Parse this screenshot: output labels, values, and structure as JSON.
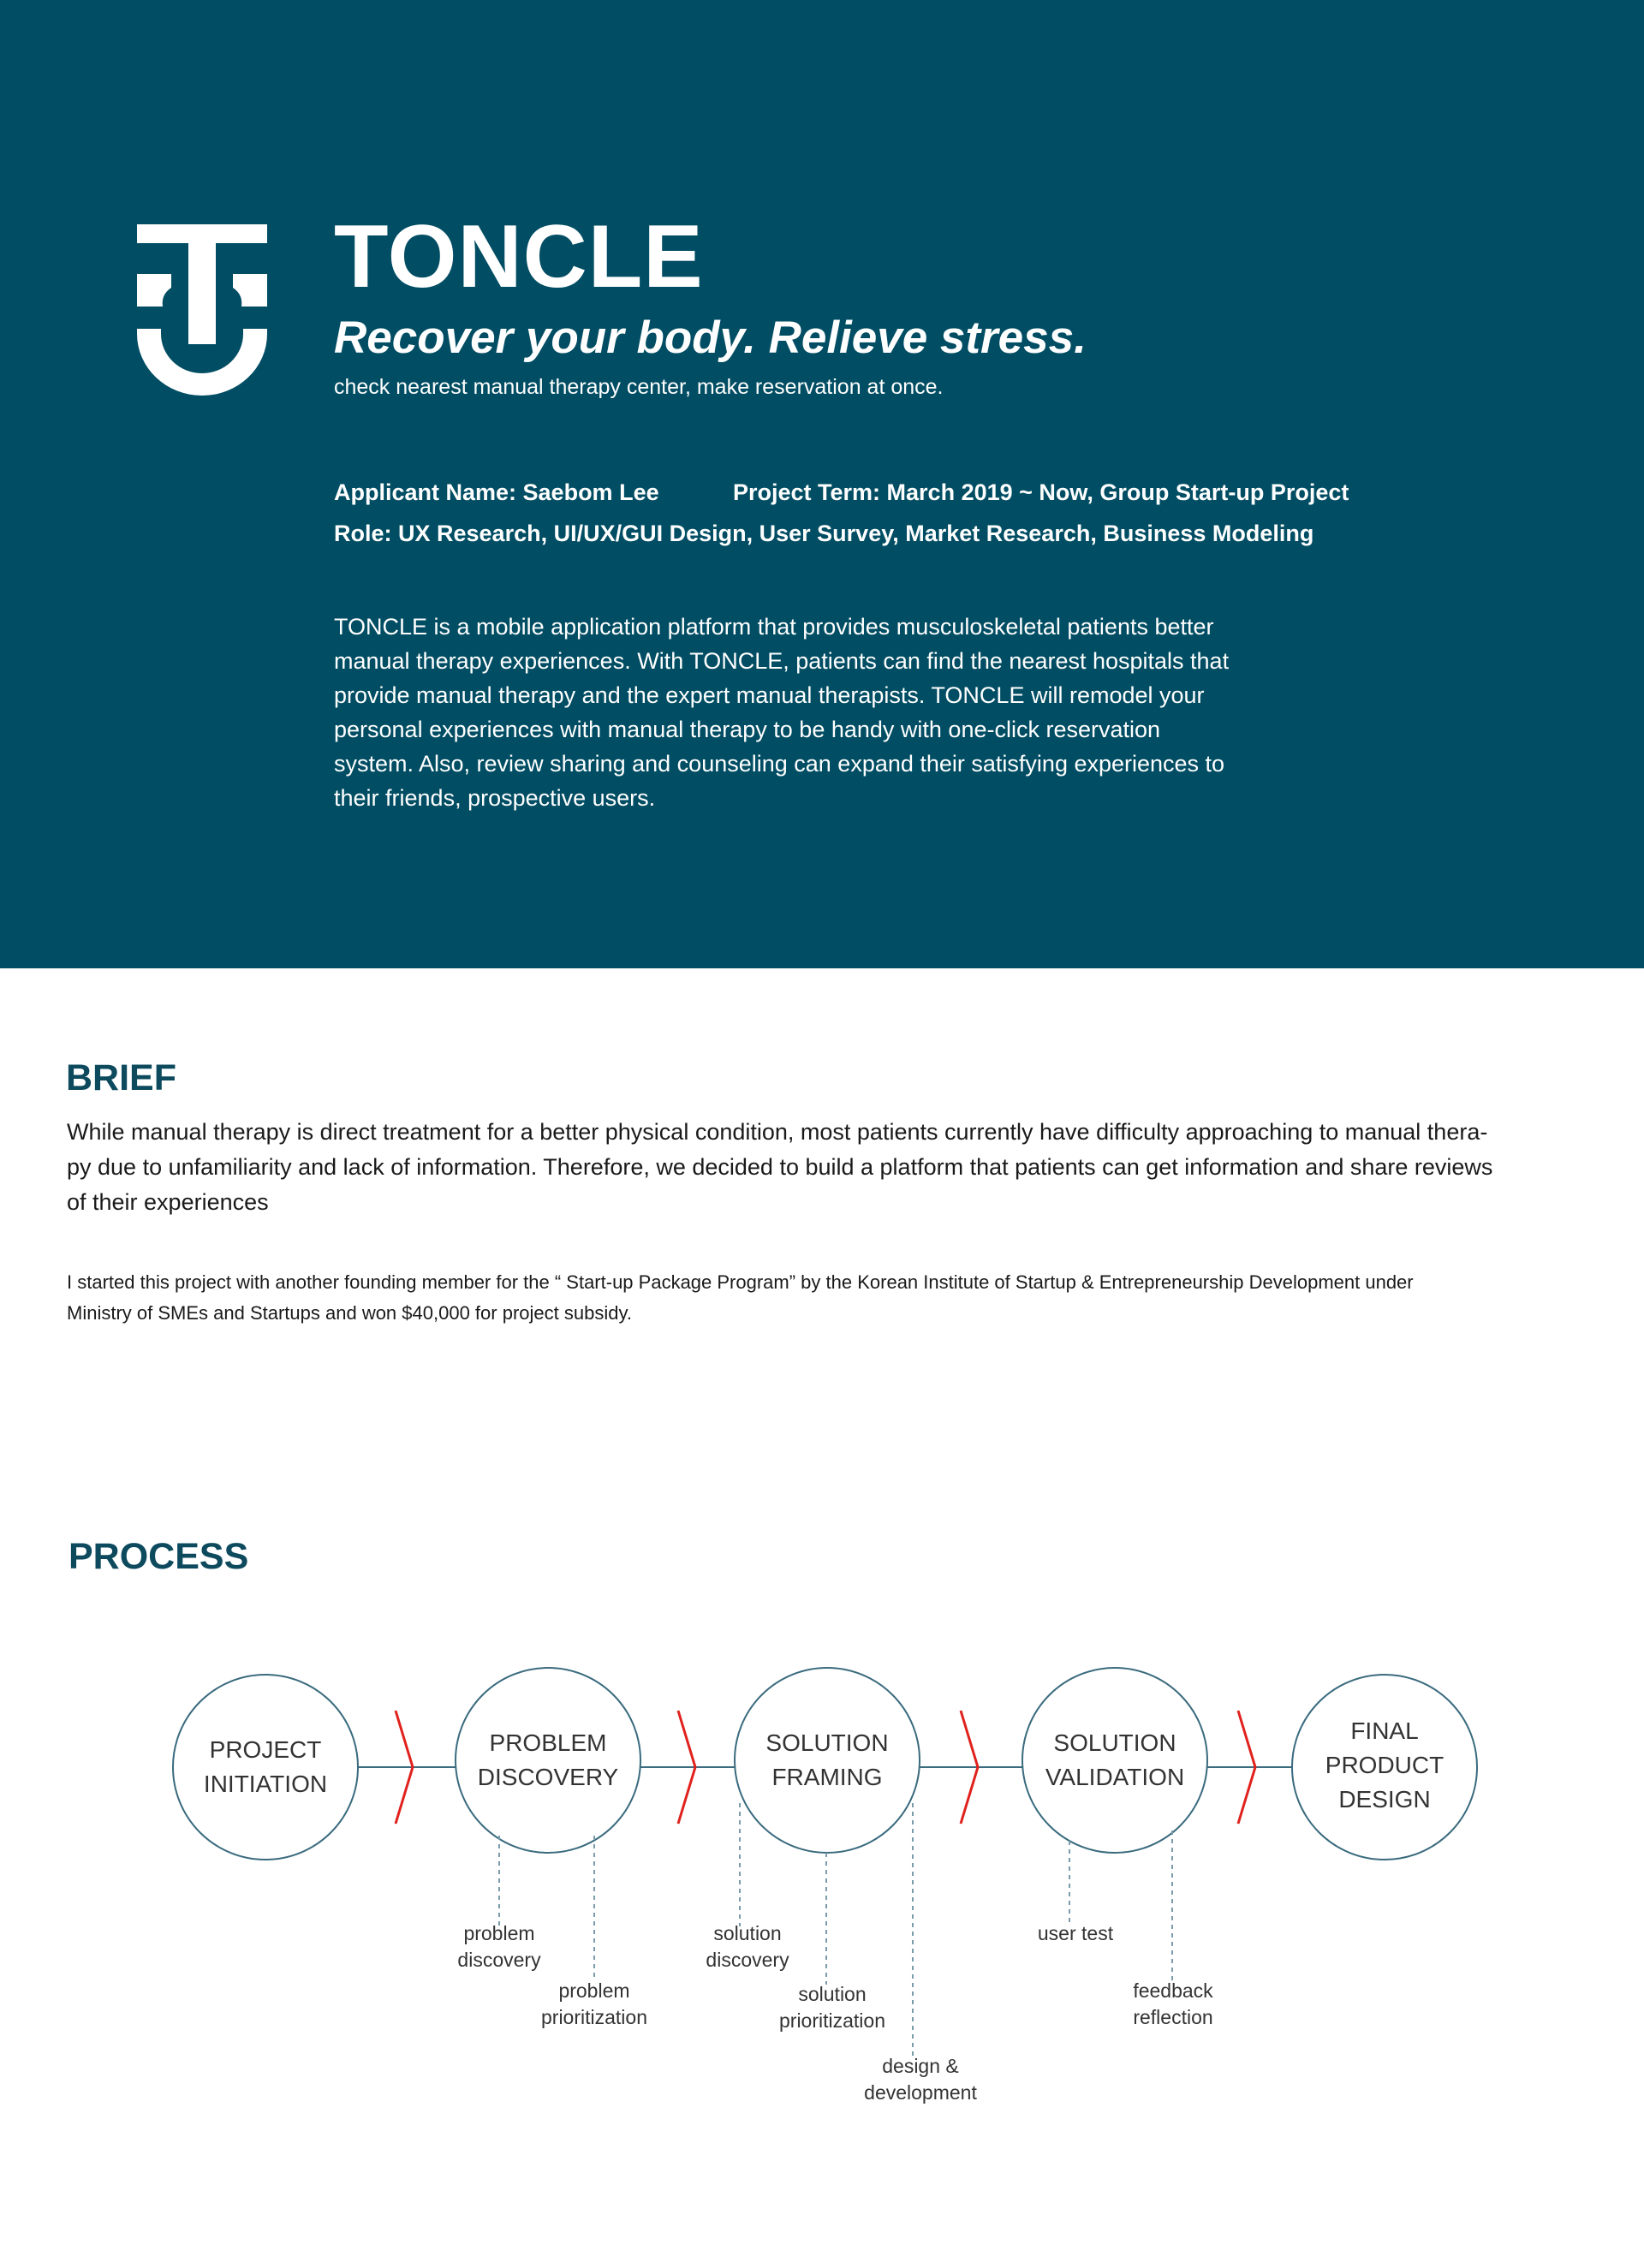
{
  "header": {
    "logo_icon": "toncle-logo-icon",
    "title": "TONCLE",
    "tagline": "Recover your body. Relieve stress.",
    "subtitle": "check nearest manual therapy center, make reservation at once.",
    "applicant": "Applicant Name: Saebom Lee",
    "term": "Project Term: March 2019 ~ Now, Group Start-up Project",
    "role": "Role: UX Research, UI/UX/GUI Design, User Survey, Market Research, Business Modeling",
    "description": "TONCLE is a mobile application platform that provides musculoskeletal patients better\nmanual therapy experiences. With TONCLE, patients can find the nearest hospitals that\nprovide manual therapy and the expert manual therapists.  TONCLE will remodel your\npersonal experiences with manual therapy to be handy with one-click reservation\nsystem. Also, review sharing and counseling can expand their satisfying experiences to\ntheir friends, prospective users."
  },
  "brief": {
    "heading": "BRIEF",
    "text": "While manual therapy is direct treatment for a better physical condition, most patients currently have difficulty approaching to manual thera-\npy due to unfamiliarity and lack of information. Therefore, we decided to build a platform that patients can get information and share reviews\nof their experiences",
    "note": "I started this project with another founding member for the “ Start-up Package Program” by the Korean Institute of Startup & Entrepreneurship Development under\nMinistry of SMEs and Startups and won $40,000 for project subsidy."
  },
  "process": {
    "heading": "PROCESS",
    "stages": [
      "PROJECT\nINITIATION",
      "PROBLEM\nDISCOVERY",
      "SOLUTION\nFRAMING",
      "SOLUTION\nVALIDATION",
      "FINAL\nPRODUCT\nDESIGN"
    ],
    "substeps": [
      "problem\ndiscovery",
      "problem\nprioritization",
      "solution\ndiscovery",
      "solution\nprioritization",
      "design &\ndevelopment",
      "user test",
      "feedback\nreflection"
    ]
  },
  "colors": {
    "hero_background": "#014d63",
    "heading": "#0d4a5e",
    "circle_stroke": "#3a6b7e",
    "arrow": "#e0211c",
    "dashed": "#7a9bab"
  }
}
